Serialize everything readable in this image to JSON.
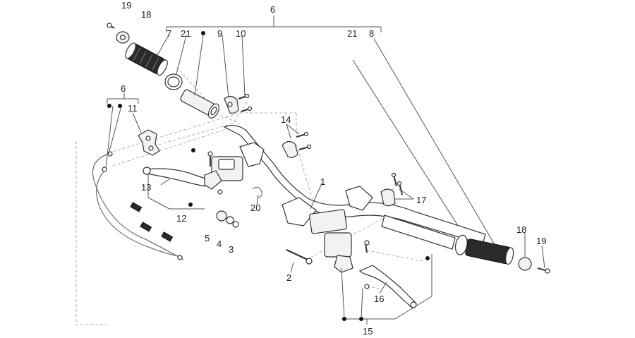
{
  "labels": {
    "l6_top": "6",
    "l7": "7",
    "l21_left": "21",
    "l9": "9",
    "l10": "10",
    "l21_right": "21",
    "l8": "8",
    "l19_top": "19",
    "l18_top": "18",
    "l6_left": "6",
    "l11": "11",
    "l14": "14",
    "l13": "13",
    "l12": "12",
    "l1": "1",
    "l20": "20",
    "l17": "17",
    "l5": "5",
    "l4": "4",
    "l3": "3",
    "l2": "2",
    "l18_right": "18",
    "l19_right": "19",
    "l16": "16",
    "l15": "15"
  }
}
